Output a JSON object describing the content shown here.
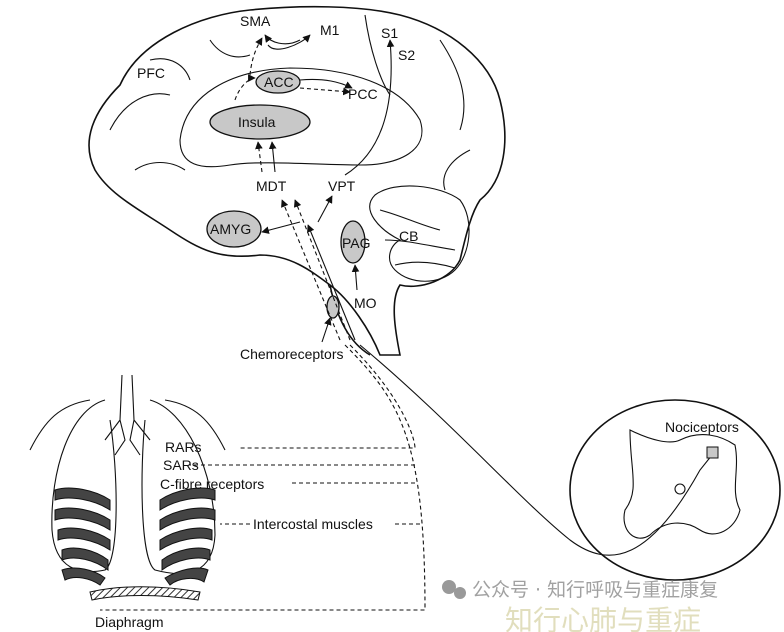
{
  "brain_labels": {
    "sma": "SMA",
    "m1": "M1",
    "s1": "S1",
    "s2": "S2",
    "pfc": "PFC",
    "acc": "ACC",
    "pcc": "PCC",
    "insula": "Insula",
    "mdt": "MDT",
    "vpt": "VPT",
    "amyg": "AMYG",
    "cb": "CB",
    "pag": "PAG",
    "mo": "MO"
  },
  "body_labels": {
    "chemoreceptors": "Chemoreceptors",
    "rars": "RARs",
    "sars": "SARs",
    "c_fibre": "C-fibre receptors",
    "intercostal": "Intercostal muscles",
    "diaphragm": "Diaphragm",
    "nociceptors": "Nociceptors"
  },
  "watermark": {
    "line1": "公众号 · 知行呼吸与重症康复",
    "line2": "知行心肺与重症"
  },
  "colors": {
    "region_fill": "#c8c8c8",
    "rib_fill": "#444444"
  }
}
